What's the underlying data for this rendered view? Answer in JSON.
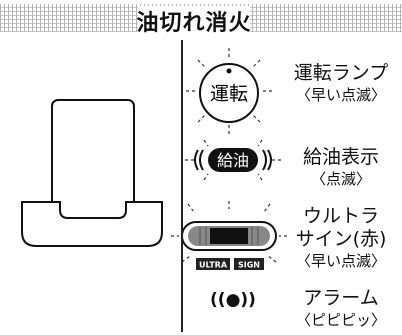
{
  "title": "油切れ消火",
  "indicators": [
    {
      "button_text": "運転",
      "label": "運転ランプ",
      "sublabel": "〈早い点滅〉"
    },
    {
      "button_text": "給油",
      "label": "給油表示",
      "sublabel": "〈点滅〉"
    },
    {
      "badges": [
        "ULTRA",
        "SIGN"
      ],
      "label_lines": [
        "ウルトラ",
        "サイン(赤)"
      ],
      "sublabel": "〈早い点滅〉"
    },
    {
      "symbol": "((●))",
      "label": "アラーム",
      "sublabel": "〈ピピピッ〉"
    }
  ]
}
